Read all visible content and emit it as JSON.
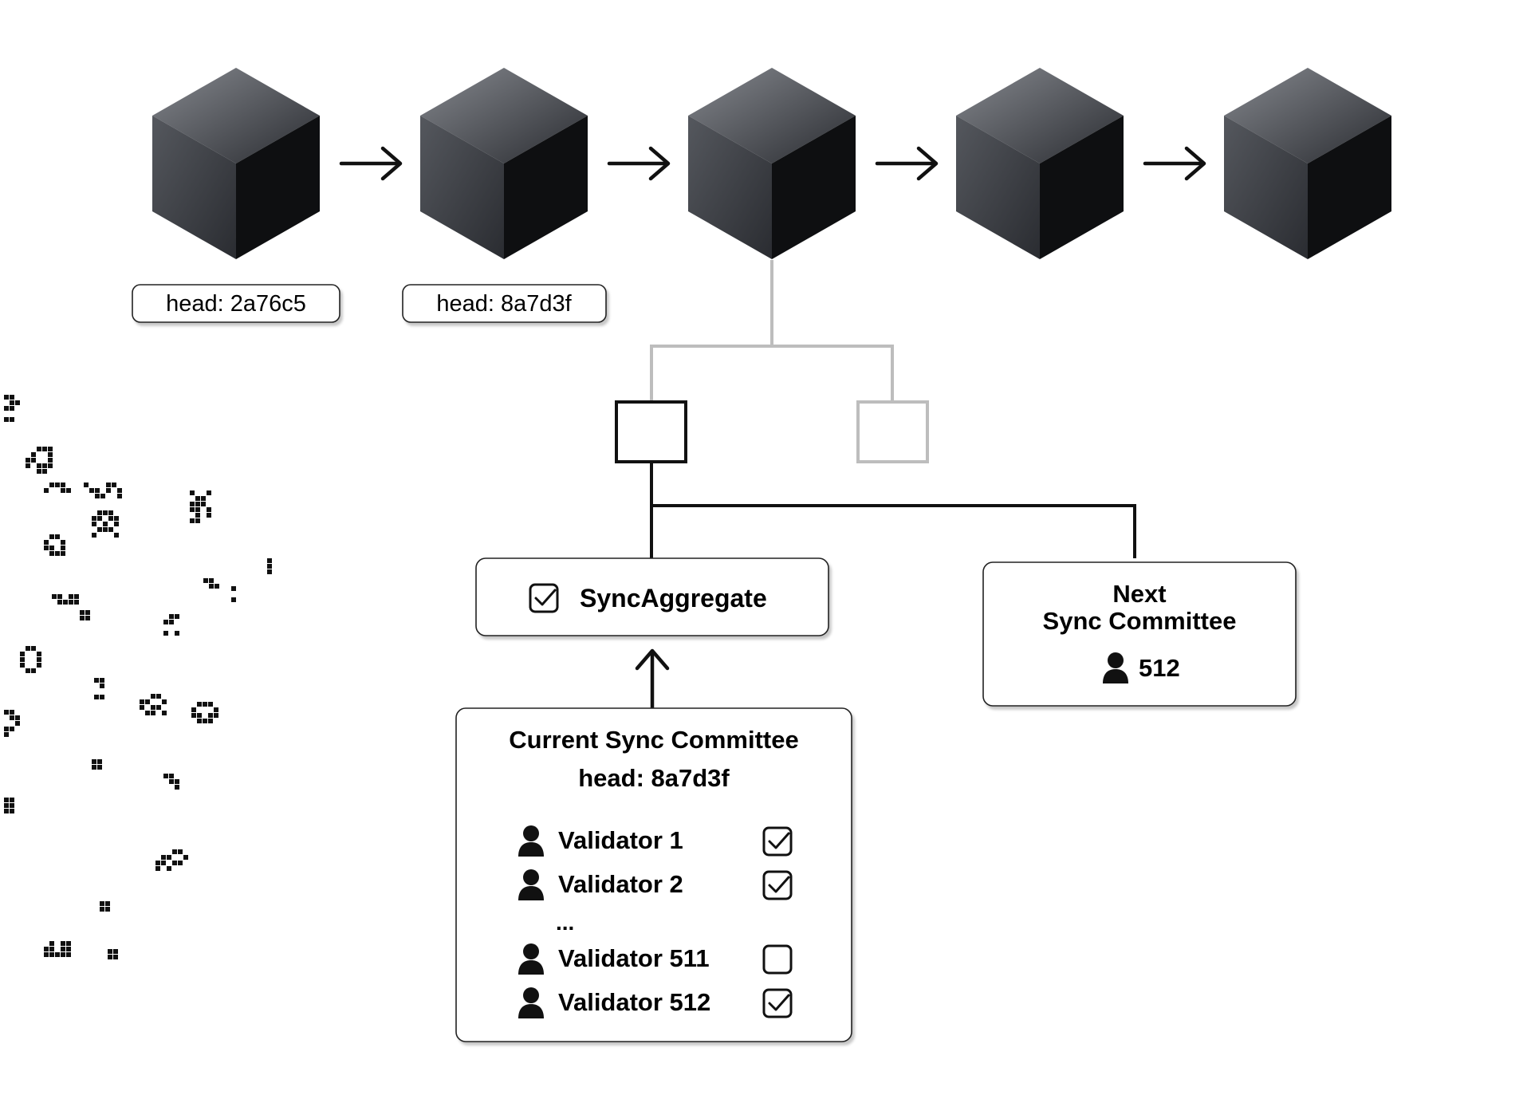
{
  "blocks": [
    {
      "head_label": "head: 2a76c5"
    },
    {
      "head_label": "head: 8a7d3f"
    },
    {
      "head_label": ""
    },
    {
      "head_label": ""
    },
    {
      "head_label": ""
    }
  ],
  "sync_aggregate": {
    "label": "SyncAggregate",
    "icon": "checkbox-checked-icon"
  },
  "next_sync_committee": {
    "title_line1": "Next",
    "title_line2": "Sync Committee",
    "count": "512",
    "icon": "person-icon"
  },
  "current_sync_committee": {
    "title": "Current Sync Committee",
    "head": "head: 8a7d3f",
    "ellipsis": "...",
    "validators": [
      {
        "name": "Validator 1",
        "signed": true
      },
      {
        "name": "Validator 2",
        "signed": true
      },
      {
        "name": "Validator 511",
        "signed": false
      },
      {
        "name": "Validator 512",
        "signed": true
      }
    ]
  },
  "colors": {
    "line_dark": "#111111",
    "line_light": "#bdbdbd",
    "cube_top_light": "#7a7d83",
    "cube_top_dark": "#2c2e33",
    "cube_left": "#3a3c42",
    "cube_right": "#0e0f11"
  }
}
